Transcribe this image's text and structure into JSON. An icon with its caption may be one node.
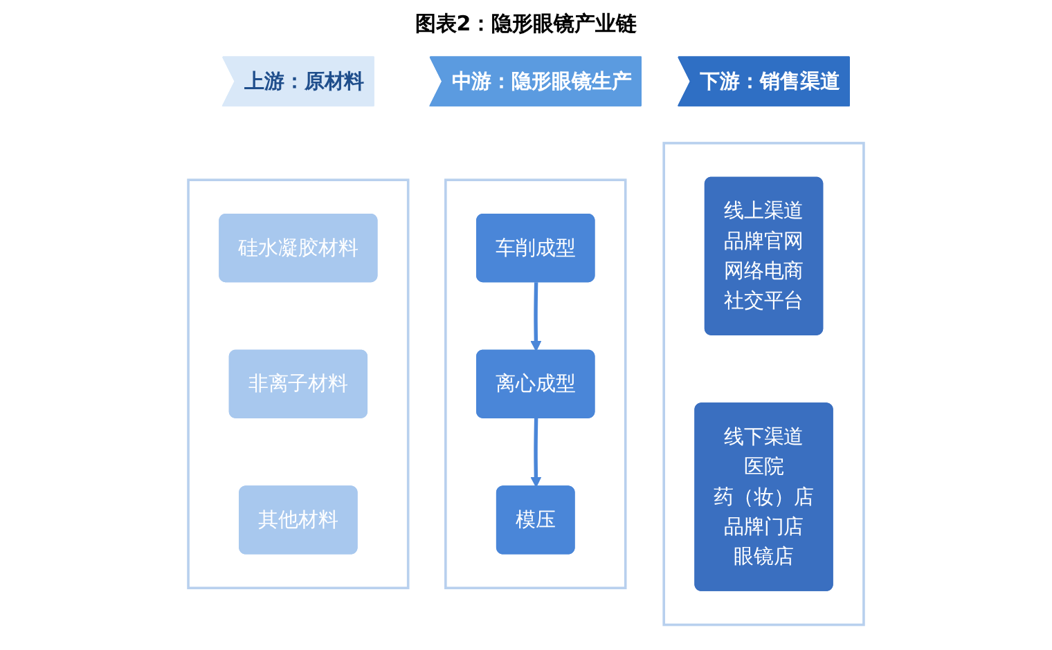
{
  "diagram": {
    "title": "图表2：隐形眼镜产业链",
    "nodes": [
      {
        "text": [
          "上游：原材料"
        ]
      },
      {
        "text": [
          "中游：隐形眼镜生产"
        ]
      },
      {
        "text": [
          "下游：销售渠道"
        ]
      },
      {
        "text": [],
        "shape": "box"
      },
      {
        "text": [
          "硅水凝胶材料"
        ],
        "in": 3
      },
      {
        "text": [
          "非离子材料"
        ],
        "in": 3
      },
      {
        "text": [
          "其他材料"
        ],
        "in": 3
      },
      {
        "text": [],
        "shape": "box"
      },
      {
        "text": [
          "车削成型"
        ],
        "in": 7
      },
      {
        "text": [
          "离心成型"
        ],
        "in": 7
      },
      {
        "text": [
          "模压"
        ],
        "in": 7
      },
      {
        "text": [],
        "shape": "box"
      },
      {
        "text": [
          "线上渠道",
          "品牌官网",
          "网络电商",
          "社交平台"
        ],
        "in": 11
      },
      {
        "text": [
          "线下渠道",
          "医院",
          "药（妆）店",
          "品牌门店",
          "眼镜店"
        ],
        "in": 11
      }
    ],
    "edges": [
      {
        "from": 8,
        "to": 9,
        "arrow": "to"
      },
      {
        "from": 9,
        "to": 10,
        "arrow": "to"
      }
    ]
  }
}
